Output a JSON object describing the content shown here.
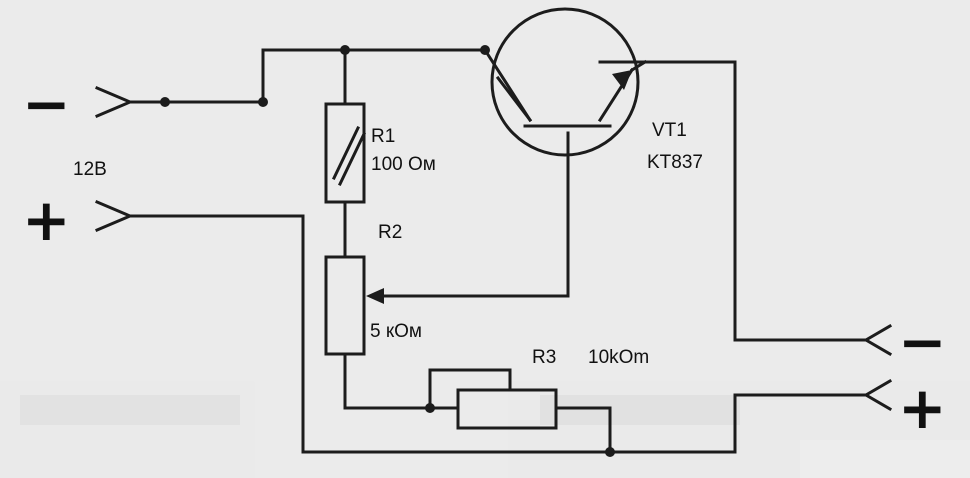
{
  "terminals": {
    "input_negative_sign": "−",
    "input_positive_sign": "+",
    "input_voltage": "12В",
    "output_negative_sign": "−",
    "output_positive_sign": "+"
  },
  "components": {
    "r1": {
      "name": "R1",
      "value": "100 Ом"
    },
    "r2": {
      "name": "R2",
      "value": "5 кОм"
    },
    "r3": {
      "name": "R3",
      "value": "10kOm"
    },
    "vt1": {
      "name": "VT1",
      "type": "KT837"
    }
  },
  "colors": {
    "background": "#e9e9e9",
    "ink": "#1c1c1c"
  }
}
